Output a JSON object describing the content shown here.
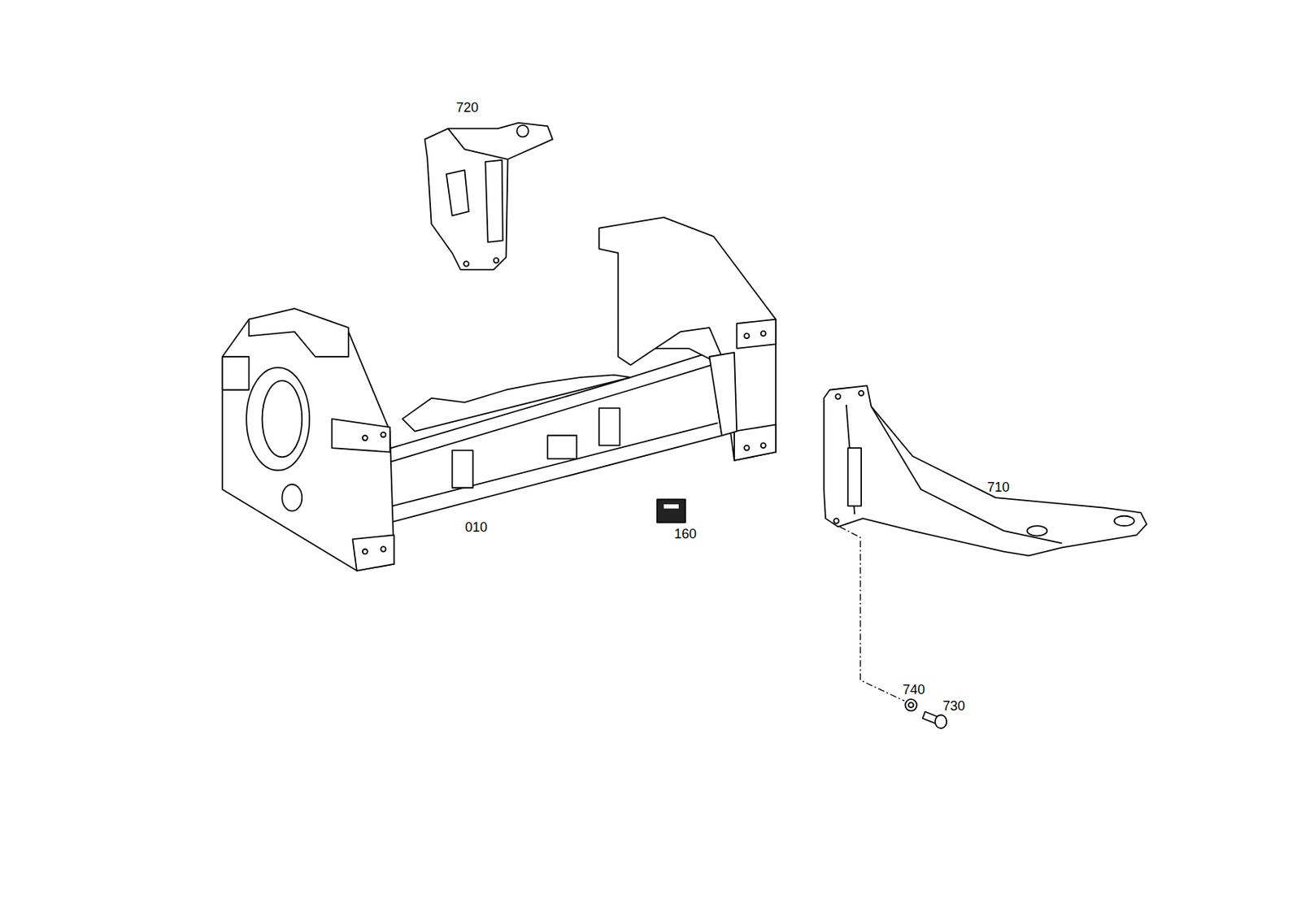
{
  "diagram": {
    "labels": [
      "720",
      "010",
      "160",
      "710",
      "740",
      "730"
    ]
  }
}
